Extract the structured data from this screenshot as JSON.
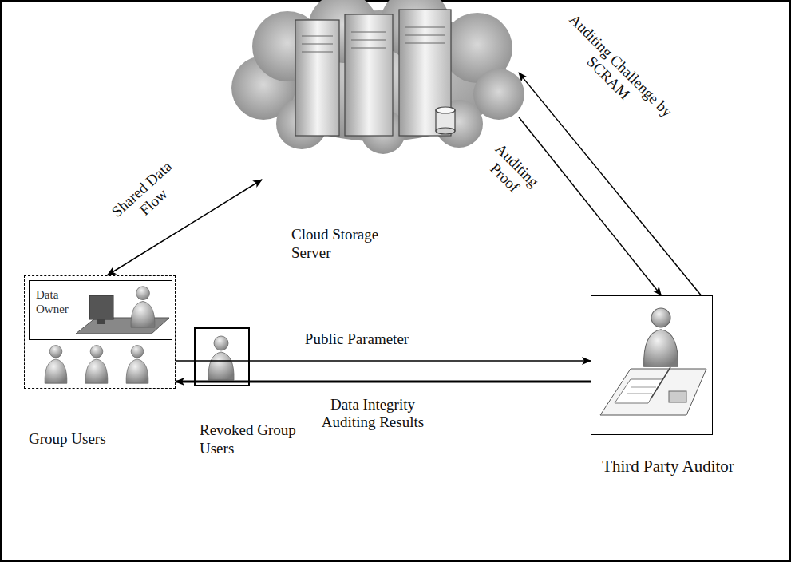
{
  "diagram": {
    "nodes": [
      {
        "text": [
          "Cloud Storage Server"
        ]
      },
      {
        "text": [
          "Group Users"
        ]
      },
      {
        "text": [
          "Data Owner"
        ],
        "in": 1
      },
      {
        "text": [
          "Revoked Group Users"
        ]
      },
      {
        "text": [
          "Third Party Auditor"
        ]
      }
    ],
    "edges": [
      {
        "from": 1,
        "to": 0,
        "arrow": "both",
        "label": "Shared Data Flow"
      },
      {
        "from": 4,
        "to": 0,
        "arrow": "to",
        "label": "Auditing Challenge by SCRAM"
      },
      {
        "from": 0,
        "to": 4,
        "arrow": "to",
        "label": "Auditing Proof"
      },
      {
        "from": 1,
        "to": 4,
        "arrow": "to",
        "label": "Public Parameter"
      },
      {
        "from": 4,
        "to": 1,
        "arrow": "to",
        "label": "Data Integrity Auditing Results"
      }
    ]
  }
}
